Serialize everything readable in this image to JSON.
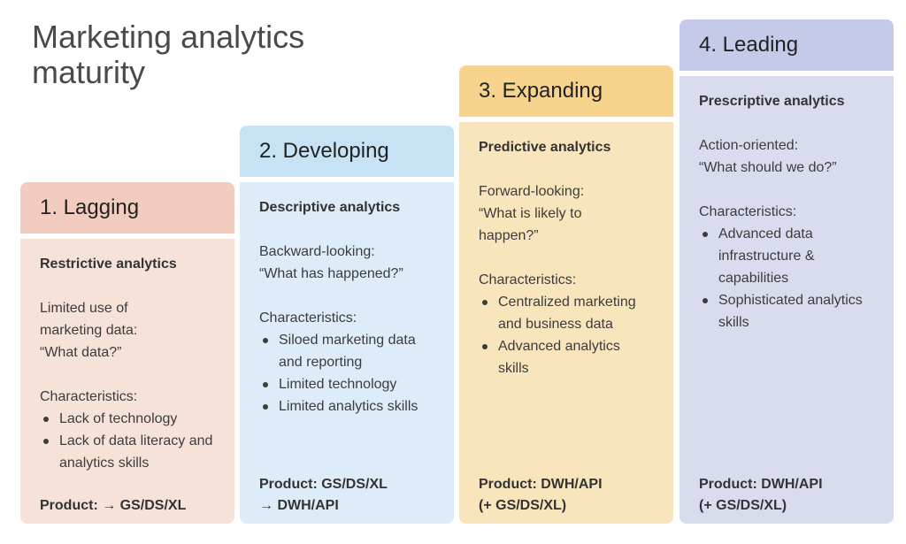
{
  "title_line1": "Marketing analytics",
  "title_line2": "maturity",
  "stages": [
    {
      "header": "1. Lagging",
      "subtitle": "Restrictive analytics",
      "description": "Limited use of\nmarketing data:\n“What data?”",
      "characteristics_label": "Characteristics:",
      "characteristics": [
        "Lack of technology",
        "Lack of data literacy and analytics skills"
      ],
      "product": "Product: → GS/DS/XL",
      "header_color": "#f2cdbf",
      "body_color": "#f7e2d9"
    },
    {
      "header": "2. Developing",
      "subtitle": "Descriptive analytics",
      "description": "Backward-looking:\n“What has happened?”",
      "characteristics_label": "Characteristics:",
      "characteristics": [
        "Siloed marketing data and reporting",
        "Limited technology",
        "Limited analytics skills"
      ],
      "product": "Product: GS/DS/XL\n→ DWH/API",
      "header_color": "#c6e2f4",
      "body_color": "#ddecf8"
    },
    {
      "header": "3. Expanding",
      "subtitle": "Predictive analytics",
      "description": "Forward-looking:\n“What is likely to\nhappen?”",
      "characteristics_label": "Characteristics:",
      "characteristics": [
        "Centralized marketing and business data",
        "Advanced analytics skills"
      ],
      "product": "Product: DWH/API\n(+ GS/DS/XL)",
      "header_color": "#f7d48e",
      "body_color": "#f9e5bb"
    },
    {
      "header": "4. Leading",
      "subtitle": "Prescriptive analytics",
      "description": "Action-oriented:\n“What should we do?”",
      "characteristics_label": "Characteristics:",
      "characteristics": [
        "Advanced data infrastructure & capabilities",
        "Sophisticated analytics skills"
      ],
      "product": "Product: DWH/API\n(+ GS/DS/XL)",
      "header_color": "#c4cae8",
      "body_color": "#d9dcef"
    }
  ]
}
